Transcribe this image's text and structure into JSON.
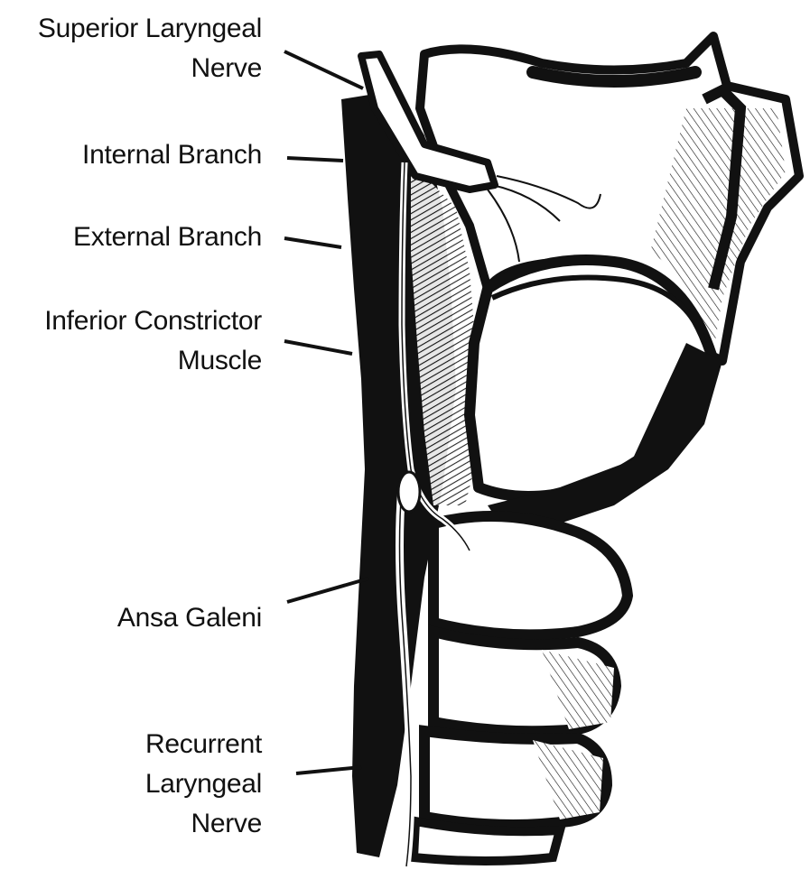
{
  "labels": {
    "superior_laryngeal_nerve": [
      "Superior Laryngeal",
      "Nerve"
    ],
    "internal_branch": [
      "Internal Branch"
    ],
    "external_branch": [
      "External Branch"
    ],
    "inferior_constrictor_muscle": [
      "Inferior Constrictor",
      "Muscle"
    ],
    "ansa_galeni": [
      "Ansa Galeni"
    ],
    "recurrent_laryngeal_nerve": [
      "Recurrent",
      "Laryngeal",
      "Nerve"
    ]
  },
  "colors": {
    "ink": "#111111",
    "paper": "#ffffff"
  }
}
